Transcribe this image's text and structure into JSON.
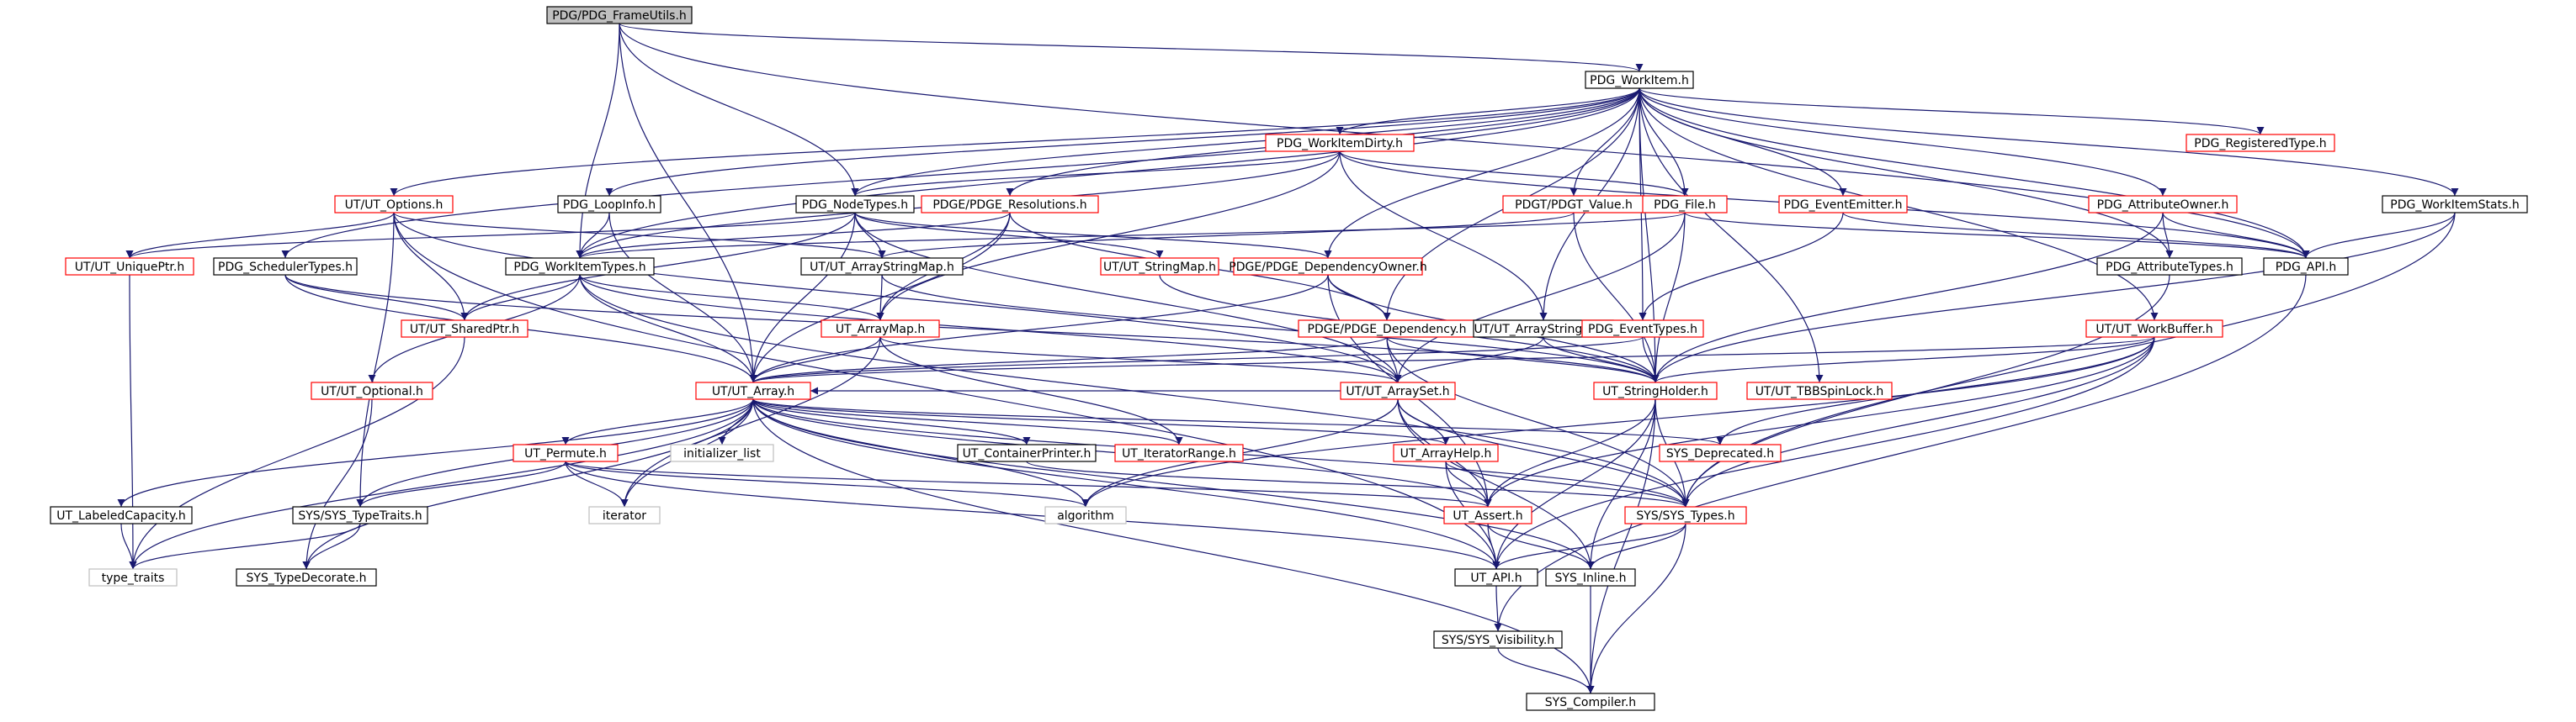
{
  "colors": {
    "edge": "#191970",
    "root_fill": "#bfbfbf",
    "root_border": "#000000",
    "normal_border": "#000000",
    "red_border": "#ff0000",
    "system_border": "#bfbfbf",
    "background": "#ffffff"
  },
  "nodes": [
    {
      "id": "n0",
      "label": "PDG/PDG_FrameUtils.h",
      "style": "root"
    },
    {
      "id": "n1",
      "label": "PDG_WorkItem.h",
      "style": "normal"
    },
    {
      "id": "n2",
      "label": "PDG_WorkItemDirty.h",
      "style": "red"
    },
    {
      "id": "n3",
      "label": "PDG_RegisteredType.h",
      "style": "red"
    },
    {
      "id": "n4",
      "label": "UT/UT_Options.h",
      "style": "red"
    },
    {
      "id": "n5",
      "label": "PDG_LoopInfo.h",
      "style": "normal"
    },
    {
      "id": "n6",
      "label": "PDG_NodeTypes.h",
      "style": "normal"
    },
    {
      "id": "n7",
      "label": "PDGE/PDGE_Resolutions.h",
      "style": "red"
    },
    {
      "id": "n8",
      "label": "PDGT/PDGT_Value.h",
      "style": "red"
    },
    {
      "id": "n9",
      "label": "PDG_File.h",
      "style": "red"
    },
    {
      "id": "n10",
      "label": "PDG_EventEmitter.h",
      "style": "red"
    },
    {
      "id": "n11",
      "label": "PDG_AttributeOwner.h",
      "style": "red"
    },
    {
      "id": "n12",
      "label": "PDG_WorkItemStats.h",
      "style": "normal"
    },
    {
      "id": "n13",
      "label": "UT/UT_UniquePtr.h",
      "style": "red"
    },
    {
      "id": "n14",
      "label": "PDG_SchedulerTypes.h",
      "style": "normal"
    },
    {
      "id": "n15",
      "label": "PDG_WorkItemTypes.h",
      "style": "normal"
    },
    {
      "id": "n16",
      "label": "UT/UT_ArrayStringMap.h",
      "style": "normal"
    },
    {
      "id": "n17",
      "label": "UT/UT_StringMap.h",
      "style": "red"
    },
    {
      "id": "n18",
      "label": "PDGE/PDGE_DependencyOwner.h",
      "style": "red"
    },
    {
      "id": "n19",
      "label": "PDG_AttributeTypes.h",
      "style": "normal"
    },
    {
      "id": "n20",
      "label": "PDG_API.h",
      "style": "normal"
    },
    {
      "id": "n21",
      "label": "UT/UT_SharedPtr.h",
      "style": "red"
    },
    {
      "id": "n22",
      "label": "UT_ArrayMap.h",
      "style": "red"
    },
    {
      "id": "n23",
      "label": "PDGE/PDGE_Dependency.h",
      "style": "red"
    },
    {
      "id": "n24",
      "label": "UT/UT_ArrayStringSet.h",
      "style": "normal"
    },
    {
      "id": "n25",
      "label": "PDG_EventTypes.h",
      "style": "red"
    },
    {
      "id": "n26",
      "label": "UT/UT_WorkBuffer.h",
      "style": "red"
    },
    {
      "id": "n27",
      "label": "UT/UT_Optional.h",
      "style": "red"
    },
    {
      "id": "n28",
      "label": "UT/UT_Array.h",
      "style": "red"
    },
    {
      "id": "n29",
      "label": "UT/UT_ArraySet.h",
      "style": "red"
    },
    {
      "id": "n30",
      "label": "UT_StringHolder.h",
      "style": "red"
    },
    {
      "id": "n31",
      "label": "UT/UT_TBBSpinLock.h",
      "style": "red"
    },
    {
      "id": "n32",
      "label": "initializer_list",
      "style": "system"
    },
    {
      "id": "n33",
      "label": "UT_ContainerPrinter.h",
      "style": "normal"
    },
    {
      "id": "n34",
      "label": "UT_IteratorRange.h",
      "style": "red"
    },
    {
      "id": "n35",
      "label": "UT_Permute.h",
      "style": "red"
    },
    {
      "id": "n36",
      "label": "UT_ArrayHelp.h",
      "style": "red"
    },
    {
      "id": "n37",
      "label": "SYS_Deprecated.h",
      "style": "red"
    },
    {
      "id": "n38",
      "label": "UT_LabeledCapacity.h",
      "style": "normal"
    },
    {
      "id": "n39",
      "label": "SYS/SYS_TypeTraits.h",
      "style": "normal"
    },
    {
      "id": "n40",
      "label": "iterator",
      "style": "system"
    },
    {
      "id": "n41",
      "label": "algorithm",
      "style": "system"
    },
    {
      "id": "n42",
      "label": "UT_Assert.h",
      "style": "red"
    },
    {
      "id": "n43",
      "label": "SYS/SYS_Types.h",
      "style": "red"
    },
    {
      "id": "n44",
      "label": "type_traits",
      "style": "system"
    },
    {
      "id": "n45",
      "label": "SYS_TypeDecorate.h",
      "style": "normal"
    },
    {
      "id": "n46",
      "label": "UT_API.h",
      "style": "normal"
    },
    {
      "id": "n47",
      "label": "SYS_Inline.h",
      "style": "normal"
    },
    {
      "id": "n48",
      "label": "SYS/SYS_Visibility.h",
      "style": "normal"
    },
    {
      "id": "n49",
      "label": "SYS_Compiler.h",
      "style": "normal"
    }
  ],
  "edges": [
    [
      "n0",
      "n1"
    ],
    [
      "n0",
      "n6"
    ],
    [
      "n0",
      "n15"
    ],
    [
      "n0",
      "n28"
    ],
    [
      "n0",
      "n20"
    ],
    [
      "n1",
      "n2"
    ],
    [
      "n1",
      "n3"
    ],
    [
      "n1",
      "n4"
    ],
    [
      "n1",
      "n5"
    ],
    [
      "n1",
      "n6"
    ],
    [
      "n1",
      "n7"
    ],
    [
      "n1",
      "n8"
    ],
    [
      "n1",
      "n9"
    ],
    [
      "n1",
      "n10"
    ],
    [
      "n1",
      "n11"
    ],
    [
      "n1",
      "n12"
    ],
    [
      "n1",
      "n14"
    ],
    [
      "n1",
      "n15"
    ],
    [
      "n1",
      "n18"
    ],
    [
      "n1",
      "n24"
    ],
    [
      "n1",
      "n25"
    ],
    [
      "n1",
      "n26"
    ],
    [
      "n1",
      "n31"
    ],
    [
      "n1",
      "n30"
    ],
    [
      "n1",
      "n20"
    ],
    [
      "n1",
      "n23"
    ],
    [
      "n1",
      "n19"
    ],
    [
      "n2",
      "n6"
    ],
    [
      "n2",
      "n9"
    ],
    [
      "n2",
      "n15"
    ],
    [
      "n2",
      "n22"
    ],
    [
      "n2",
      "n24"
    ],
    [
      "n2",
      "n20"
    ],
    [
      "n4",
      "n13"
    ],
    [
      "n4",
      "n21"
    ],
    [
      "n4",
      "n16"
    ],
    [
      "n4",
      "n29"
    ],
    [
      "n4",
      "n39"
    ],
    [
      "n4",
      "n46"
    ],
    [
      "n5",
      "n15"
    ],
    [
      "n5",
      "n28"
    ],
    [
      "n6",
      "n13"
    ],
    [
      "n6",
      "n16"
    ],
    [
      "n6",
      "n17"
    ],
    [
      "n6",
      "n18"
    ],
    [
      "n6",
      "n28"
    ],
    [
      "n6",
      "n21"
    ],
    [
      "n6",
      "n29"
    ],
    [
      "n7",
      "n22"
    ],
    [
      "n7",
      "n28"
    ],
    [
      "n7",
      "n23"
    ],
    [
      "n7",
      "n15"
    ],
    [
      "n8",
      "n16"
    ],
    [
      "n8",
      "n30"
    ],
    [
      "n9",
      "n20"
    ],
    [
      "n9",
      "n29"
    ],
    [
      "n9",
      "n30"
    ],
    [
      "n9",
      "n15"
    ],
    [
      "n10",
      "n25"
    ],
    [
      "n10",
      "n20"
    ],
    [
      "n11",
      "n19"
    ],
    [
      "n11",
      "n20"
    ],
    [
      "n11",
      "n30"
    ],
    [
      "n12",
      "n20"
    ],
    [
      "n12",
      "n30"
    ],
    [
      "n12",
      "n43"
    ],
    [
      "n13",
      "n44"
    ],
    [
      "n14",
      "n21"
    ],
    [
      "n14",
      "n28"
    ],
    [
      "n14",
      "n30"
    ],
    [
      "n15",
      "n21"
    ],
    [
      "n15",
      "n22"
    ],
    [
      "n15",
      "n27"
    ],
    [
      "n15",
      "n28"
    ],
    [
      "n15",
      "n29"
    ],
    [
      "n15",
      "n43"
    ],
    [
      "n16",
      "n22"
    ],
    [
      "n16",
      "n30"
    ],
    [
      "n17",
      "n30"
    ],
    [
      "n18",
      "n23"
    ],
    [
      "n18",
      "n28"
    ],
    [
      "n18",
      "n30"
    ],
    [
      "n18",
      "n42"
    ],
    [
      "n19",
      "n43"
    ],
    [
      "n20",
      "n48"
    ],
    [
      "n21",
      "n44"
    ],
    [
      "n22",
      "n28"
    ],
    [
      "n22",
      "n29"
    ],
    [
      "n22",
      "n34"
    ],
    [
      "n22",
      "n40"
    ],
    [
      "n23",
      "n28"
    ],
    [
      "n23",
      "n29"
    ],
    [
      "n23",
      "n30"
    ],
    [
      "n23",
      "n43"
    ],
    [
      "n24",
      "n29"
    ],
    [
      "n24",
      "n30"
    ],
    [
      "n25",
      "n28"
    ],
    [
      "n25",
      "n30"
    ],
    [
      "n26",
      "n28"
    ],
    [
      "n26",
      "n30"
    ],
    [
      "n26",
      "n37"
    ],
    [
      "n26",
      "n42"
    ],
    [
      "n26",
      "n43"
    ],
    [
      "n26",
      "n46"
    ],
    [
      "n26",
      "n41"
    ],
    [
      "n27",
      "n45"
    ],
    [
      "n28",
      "n32"
    ],
    [
      "n28",
      "n33"
    ],
    [
      "n28",
      "n34"
    ],
    [
      "n28",
      "n35"
    ],
    [
      "n28",
      "n36"
    ],
    [
      "n28",
      "n37"
    ],
    [
      "n28",
      "n38"
    ],
    [
      "n28",
      "n39"
    ],
    [
      "n28",
      "n40"
    ],
    [
      "n28",
      "n41"
    ],
    [
      "n28",
      "n42"
    ],
    [
      "n28",
      "n43"
    ],
    [
      "n28",
      "n44"
    ],
    [
      "n28",
      "n45"
    ],
    [
      "n28",
      "n46"
    ],
    [
      "n28",
      "n47"
    ],
    [
      "n28",
      "n49"
    ],
    [
      "n29",
      "n28"
    ],
    [
      "n29",
      "n36"
    ],
    [
      "n29",
      "n41"
    ],
    [
      "n29",
      "n42"
    ],
    [
      "n29",
      "n43"
    ],
    [
      "n29",
      "n47"
    ],
    [
      "n30",
      "n42"
    ],
    [
      "n30",
      "n43"
    ],
    [
      "n30",
      "n46"
    ],
    [
      "n30",
      "n47"
    ],
    [
      "n30",
      "n49"
    ],
    [
      "n33",
      "n43"
    ],
    [
      "n35",
      "n39"
    ],
    [
      "n35",
      "n40"
    ],
    [
      "n35",
      "n41"
    ],
    [
      "n35",
      "n42"
    ],
    [
      "n35",
      "n46"
    ],
    [
      "n36",
      "n42"
    ],
    [
      "n36",
      "n43"
    ],
    [
      "n36",
      "n46"
    ],
    [
      "n38",
      "n44"
    ],
    [
      "n39",
      "n44"
    ],
    [
      "n39",
      "n45"
    ],
    [
      "n42",
      "n46"
    ],
    [
      "n42",
      "n47"
    ],
    [
      "n43",
      "n47"
    ],
    [
      "n43",
      "n49"
    ],
    [
      "n43",
      "n46"
    ],
    [
      "n46",
      "n48"
    ],
    [
      "n47",
      "n49"
    ],
    [
      "n48",
      "n49"
    ]
  ]
}
